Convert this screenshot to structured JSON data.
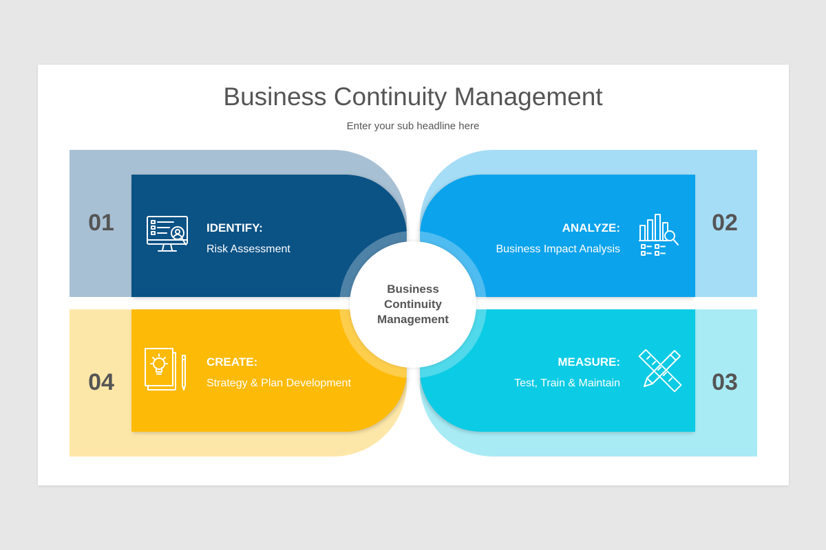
{
  "title": "Business Continuity Management",
  "subtitle": "Enter your sub headline here",
  "center_label": "Business Continuity Management",
  "steps": [
    {
      "number": "01",
      "heading": "IDENTIFY:",
      "description": "Risk Assessment",
      "icon": "monitor-search-icon",
      "color": "#0b5285",
      "outer_color": "#a8c0d4"
    },
    {
      "number": "02",
      "heading": "ANALYZE:",
      "description": "Business Impact Analysis",
      "icon": "bar-chart-search-icon",
      "color": "#0ba3ec",
      "outer_color": "#a6ddf6"
    },
    {
      "number": "03",
      "heading": "MEASURE:",
      "description": "Test, Train & Maintain",
      "icon": "pencil-ruler-icon",
      "color": "#0ccbe4",
      "outer_color": "#a8ebf5"
    },
    {
      "number": "04",
      "heading": "CREATE:",
      "description": "Strategy & Plan Development",
      "icon": "document-lightbulb-icon",
      "color": "#fdba07",
      "outer_color": "#fde7a8"
    }
  ]
}
